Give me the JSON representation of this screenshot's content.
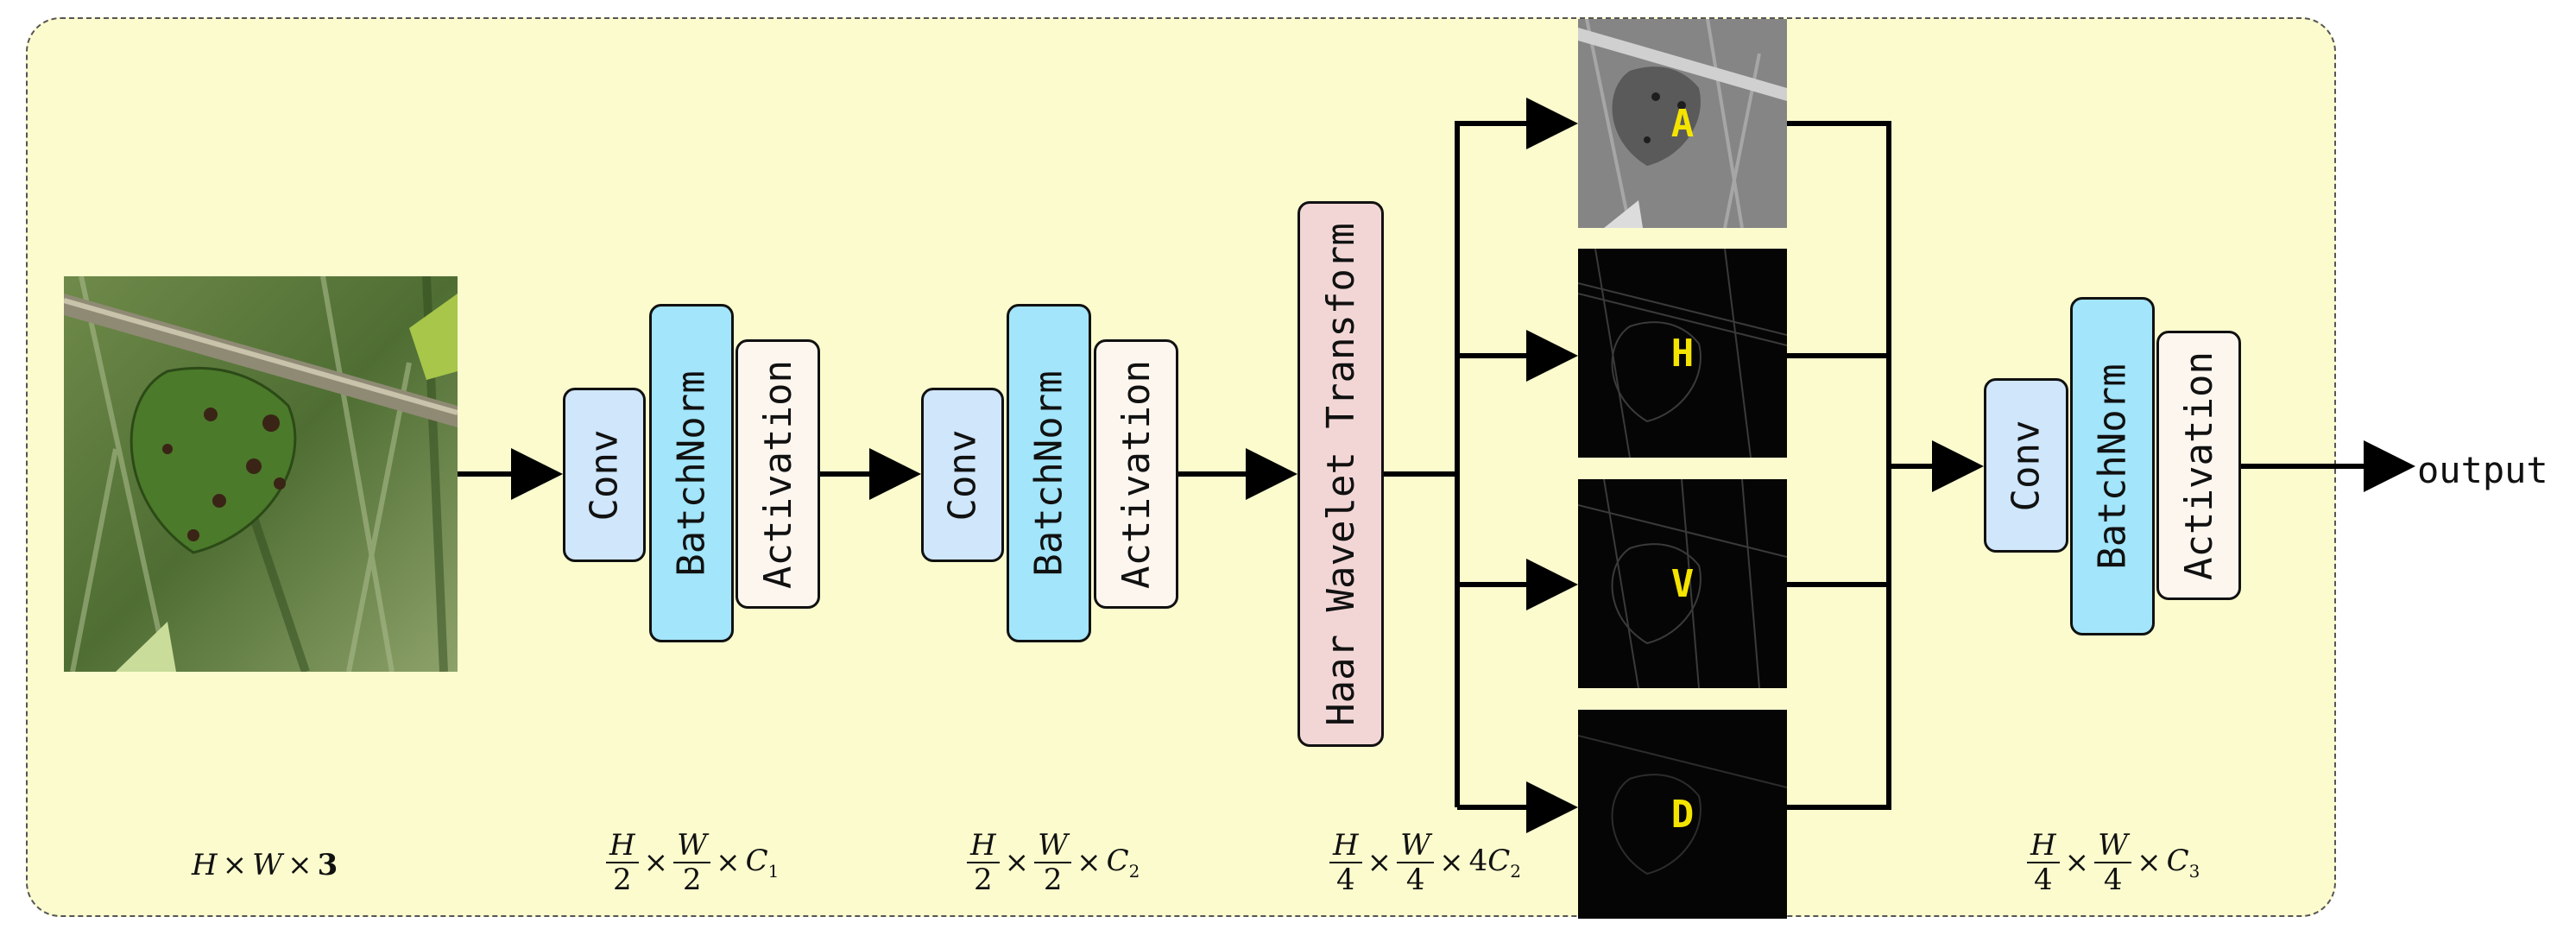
{
  "blocks": {
    "conv": "Conv",
    "batchnorm": "BatchNorm",
    "activation": "Activation",
    "haar": "Haar Wavelet Transform"
  },
  "subbands": [
    "A",
    "H",
    "V",
    "D"
  ],
  "output_label": "output",
  "dimensions": {
    "input": {
      "h": "H",
      "w": "W",
      "c": "3"
    },
    "stage1": {
      "h_num": "H",
      "h_den": "2",
      "w_num": "W",
      "w_den": "2",
      "c": "C",
      "c_sub": "1"
    },
    "stage2": {
      "h_num": "H",
      "h_den": "2",
      "w_num": "W",
      "w_den": "2",
      "c": "C",
      "c_sub": "2"
    },
    "haar": {
      "h_num": "H",
      "h_den": "4",
      "w_num": "W",
      "w_den": "4",
      "c_prefix": "4",
      "c": "C",
      "c_sub": "2"
    },
    "final": {
      "h_num": "H",
      "h_den": "4",
      "w_num": "W",
      "w_den": "4",
      "c": "C",
      "c_sub": "3"
    }
  },
  "times": "×",
  "colors": {
    "panel": "#fbfbce",
    "conv": "#cfe6fb",
    "batchnorm": "#a3e5fa",
    "activation": "#fdf6ef",
    "haar": "#f2d6d6",
    "subband_label": "#f5e400"
  }
}
